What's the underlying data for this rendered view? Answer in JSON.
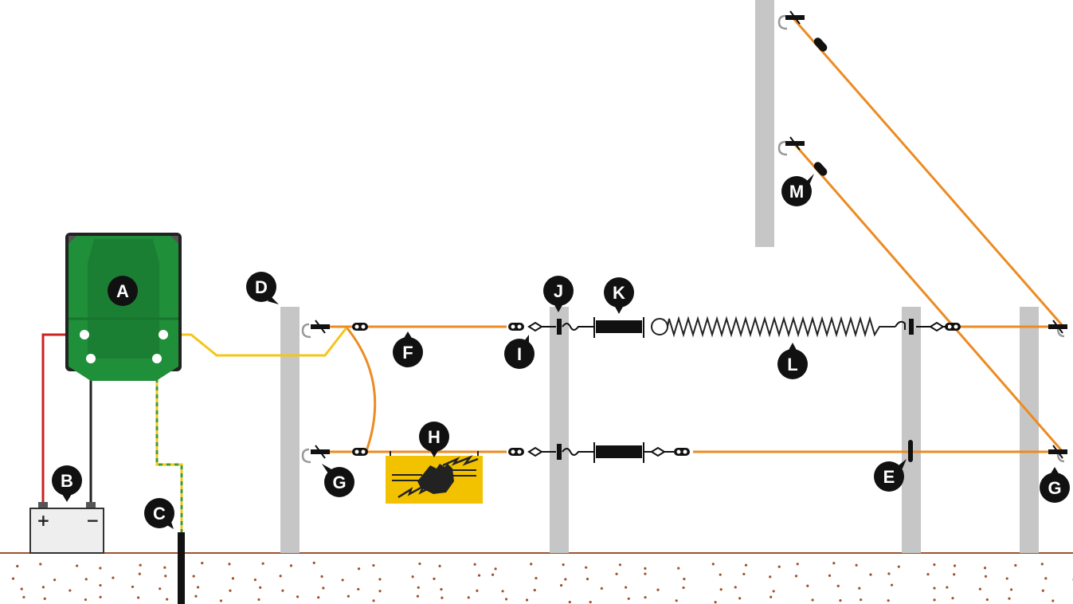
{
  "colors": {
    "post": "#c6c6c6",
    "wire": "#ec8b22",
    "lead": "#f5c518",
    "ground_wire_green": "#3a9b3a",
    "energizer": "#1f8f3a",
    "energizer_dark": "#17752e",
    "battery_positive": "#cc2222",
    "soil_dots": "#a0522d",
    "ground_line": "#a0522d",
    "sign": "#f2c200",
    "marker": "#111111"
  },
  "labels": {
    "A": "A",
    "B": "B",
    "C": "C",
    "D": "D",
    "E": "E",
    "F": "F",
    "G": "G",
    "H": "H",
    "I": "I",
    "J": "J",
    "K": "K",
    "L": "L",
    "M": "M"
  },
  "battery": {
    "plus": "+",
    "minus": "−"
  }
}
